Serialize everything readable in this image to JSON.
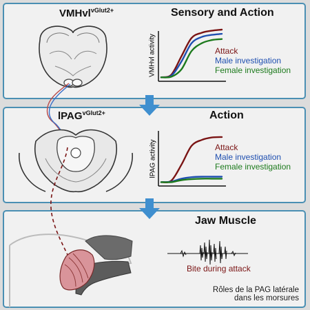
{
  "panels": {
    "top": {
      "region": "VMHvl",
      "region_sup": "vGlut2+",
      "title": "Sensory and Action",
      "y_label": "VMHvl activity"
    },
    "middle": {
      "region": "lPAG",
      "region_sup": "vGlut2+",
      "title": "Action",
      "y_label": "lPAG activity"
    },
    "bottom": {
      "title": "Jaw Muscle",
      "trace_label": "Bite during attack"
    }
  },
  "legend": {
    "attack": "Attack",
    "male": "Male investigation",
    "female": "Female investigation"
  },
  "colors": {
    "attack": "#7a1414",
    "male": "#1f4fb0",
    "female": "#1d7a1d",
    "panel_border": "#4a8fb3",
    "arrow": "#3f8fcf"
  },
  "caption": {
    "line1": "Rôles de la PAG latérale",
    "line2": "dans les morsures"
  },
  "chart_data": [
    {
      "type": "line",
      "ylabel": "VMHvl activity",
      "x": [
        0,
        1,
        2,
        3,
        4,
        5,
        6
      ],
      "series": [
        {
          "name": "Attack",
          "values": [
            0.05,
            0.1,
            0.45,
            0.8,
            0.9,
            0.94,
            0.96
          ]
        },
        {
          "name": "Male investigation",
          "values": [
            0.05,
            0.08,
            0.35,
            0.7,
            0.82,
            0.86,
            0.88
          ]
        },
        {
          "name": "Female investigation",
          "values": [
            0.05,
            0.06,
            0.2,
            0.55,
            0.7,
            0.76,
            0.78
          ]
        }
      ]
    },
    {
      "type": "line",
      "ylabel": "lPAG activity",
      "x": [
        0,
        1,
        2,
        3,
        4,
        5,
        6
      ],
      "series": [
        {
          "name": "Attack",
          "values": [
            0.05,
            0.08,
            0.4,
            0.78,
            0.9,
            0.95,
            0.96
          ]
        },
        {
          "name": "Male investigation",
          "values": [
            0.05,
            0.06,
            0.12,
            0.15,
            0.16,
            0.16,
            0.16
          ]
        },
        {
          "name": "Female investigation",
          "values": [
            0.05,
            0.05,
            0.09,
            0.11,
            0.12,
            0.12,
            0.12
          ]
        }
      ]
    }
  ]
}
